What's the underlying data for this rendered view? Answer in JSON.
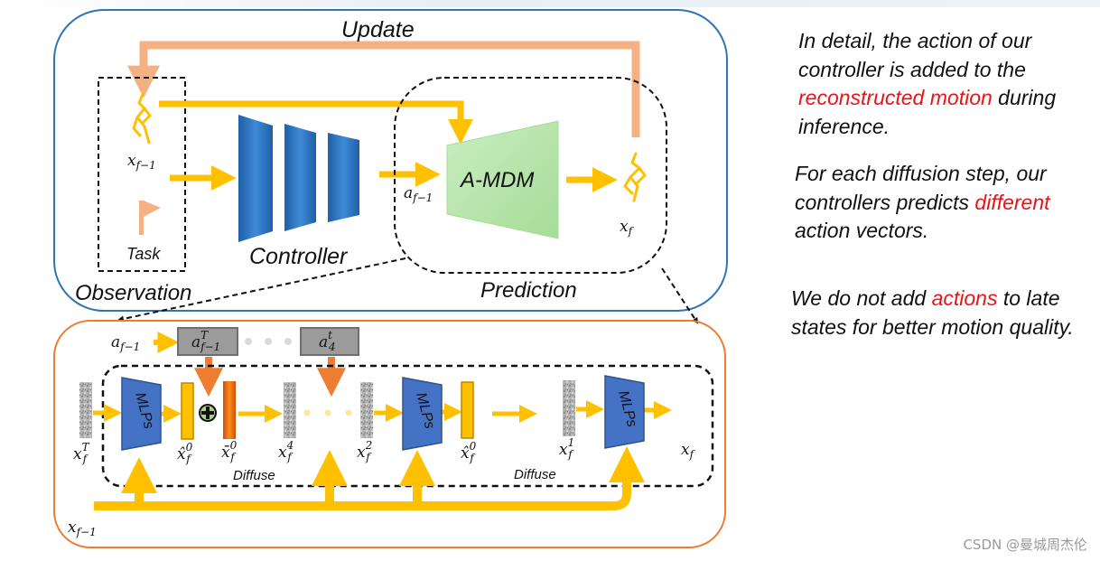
{
  "diagram": {
    "update_label": "Update",
    "observation_label": "Observation",
    "task_label": "Task",
    "controller_label": "Controller",
    "amdm_label": "A-MDM",
    "prediction_label": "Prediction",
    "x_f_minus_1": {
      "base": "x",
      "sub": "f−1"
    },
    "a_f_minus_1": {
      "base": "a",
      "sub": "f−1"
    },
    "x_f": {
      "base": "x",
      "sub": "f"
    },
    "bottom": {
      "a_in": {
        "base": "a",
        "sub": "f−1"
      },
      "box1": {
        "base": "a",
        "sup": "T",
        "sub": "f−1"
      },
      "box2": {
        "base": "a",
        "sup": "t",
        "sub": "4"
      },
      "mlps_label": "MLPs",
      "x_T": {
        "base": "x",
        "sup": "T",
        "sub": "f"
      },
      "xhat_0_a": {
        "base": "x̂",
        "sup": "0",
        "sub": "f"
      },
      "xbar_0": {
        "base": "x̄",
        "sup": "0",
        "sub": "f"
      },
      "x_4": {
        "base": "x",
        "sup": "4",
        "sub": "f"
      },
      "x_2": {
        "base": "x",
        "sup": "2",
        "sub": "f"
      },
      "xhat_0_b": {
        "base": "x̂",
        "sup": "0",
        "sub": "f"
      },
      "x_1": {
        "base": "x",
        "sup": "1",
        "sub": "f"
      },
      "x_f_out": {
        "base": "x",
        "sub": "f"
      },
      "diffuse_1": "Diffuse",
      "diffuse_2": "Diffuse",
      "x_input": {
        "base": "x",
        "sub": "f−1"
      }
    },
    "colors": {
      "arrow": "#ffc000",
      "update_arrow": "#f4b183",
      "top_frame": "#2e75b6",
      "bottom_frame": "#ed7d31",
      "block": "#2e75b6",
      "mlps": "#4472c4",
      "red_text": "#e8141a"
    }
  },
  "notes": {
    "p1": {
      "t1": "In detail, the action of our controller is added to the",
      "red": "reconstructed motion",
      "t2": "during inference."
    },
    "p2": {
      "t1": "For each diffusion step, our controllers predicts",
      "red": "different",
      "t2": "action vectors."
    },
    "p3": {
      "t1": "We do not add",
      "red": "actions",
      "t2": "to late states for better motion quality."
    }
  },
  "watermark": "CSDN @曼城周杰伦"
}
